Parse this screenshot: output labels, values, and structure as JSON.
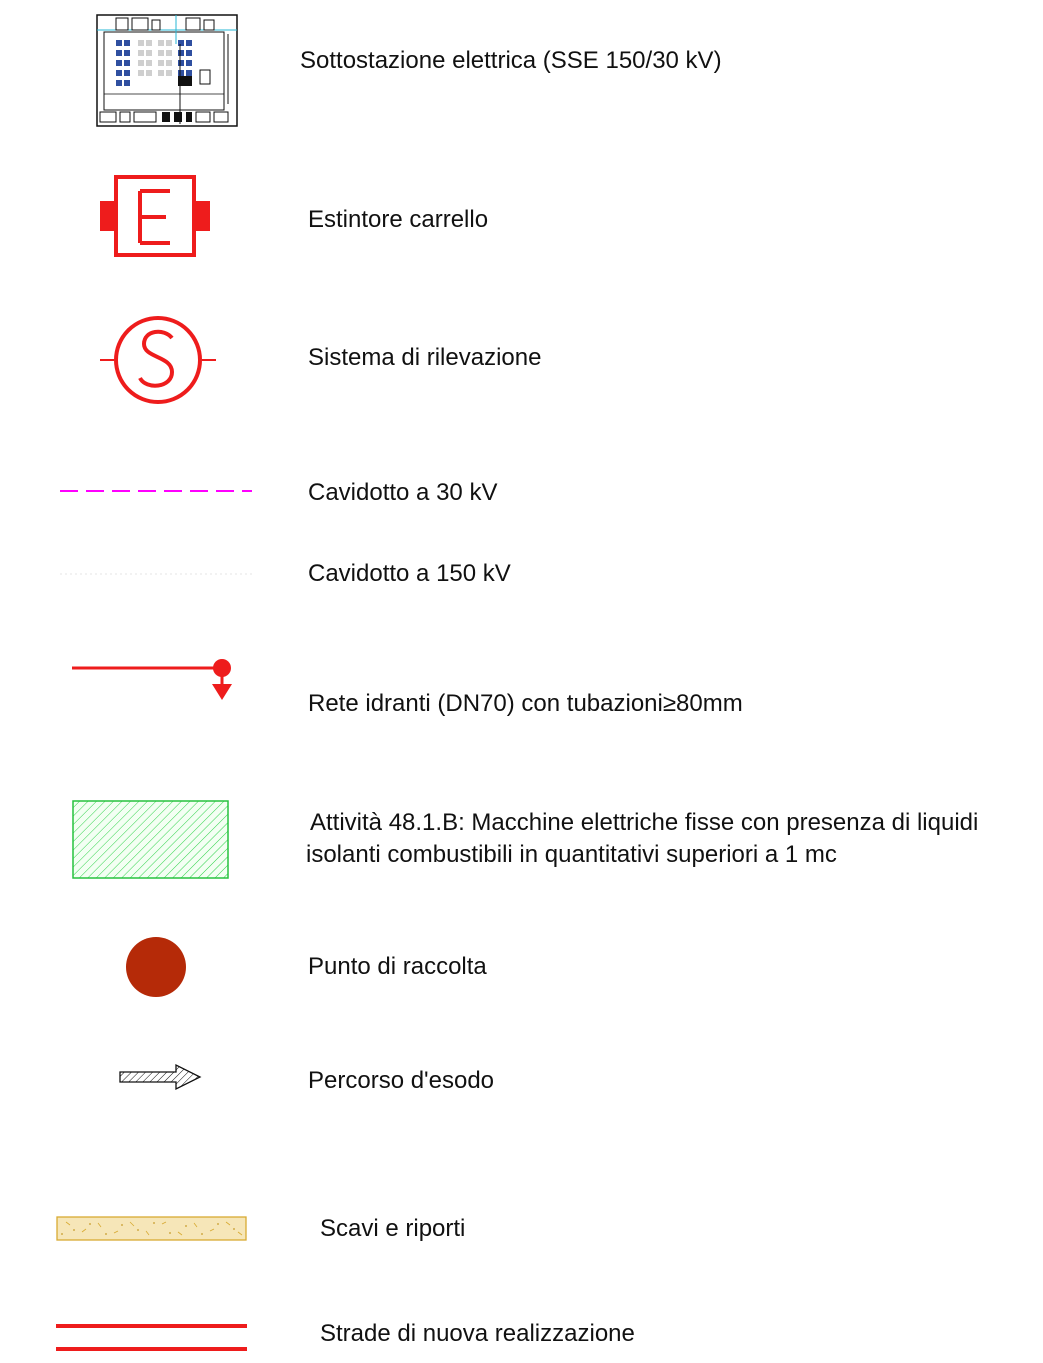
{
  "colors": {
    "red": "#ee1c1c",
    "magenta": "#ff00ff",
    "green_hatch": "#2fd34a",
    "green_border": "#27c23e",
    "collection_point": "#b52a08",
    "excavation_fill": "#f6e6b8",
    "excavation_border": "#d8aa32",
    "dark_line": "#111111",
    "cyan": "#27b7d4",
    "blue": "#2f4fa0"
  },
  "legend": {
    "items": [
      {
        "id": "substation",
        "icon": "substation-plan-icon",
        "label": "Sottostazione elettrica (SSE 150/30 kV)"
      },
      {
        "id": "extinguisher",
        "icon": "fire-extinguisher-cart-icon",
        "label": "Estintore carrello"
      },
      {
        "id": "detection",
        "icon": "detection-system-icon",
        "label": "Sistema di rilevazione"
      },
      {
        "id": "cable30",
        "icon": "dashed-magenta-line-icon",
        "label": "Cavidotto a 30 kV"
      },
      {
        "id": "cable150",
        "icon": "faint-dotted-line-icon",
        "label": "Cavidotto a 150 kV"
      },
      {
        "id": "hydrant",
        "icon": "hydrant-network-icon",
        "label": "Rete idranti (DN70) con tubazioni≥80mm"
      },
      {
        "id": "activity",
        "icon": "green-hatched-area-icon",
        "label": "Attività 48.1.B: Macchine elettriche fisse con presenza di liquidi",
        "label2": "isolanti combustibili in quantitativi superiori a 1 mc"
      },
      {
        "id": "collection",
        "icon": "assembly-point-icon",
        "label": "Punto di raccolta"
      },
      {
        "id": "escape",
        "icon": "escape-route-arrow-icon",
        "label": "Percorso d'esodo"
      },
      {
        "id": "excavation",
        "icon": "excavation-fill-icon",
        "label": "Scavi e riporti"
      },
      {
        "id": "roads",
        "icon": "double-red-line-icon",
        "label": "Strade di nuova realizzazione"
      }
    ]
  }
}
